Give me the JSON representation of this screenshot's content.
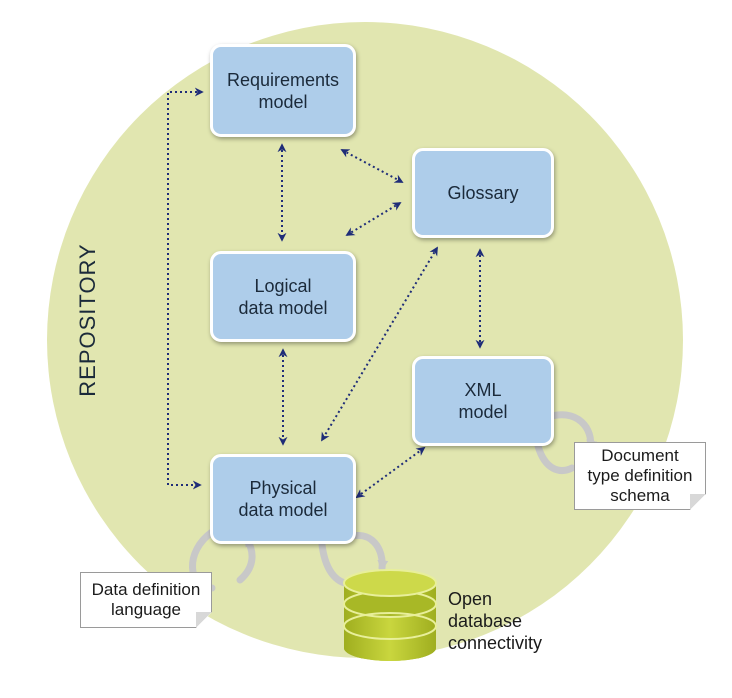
{
  "repository": {
    "label": "REPOSITORY"
  },
  "nodes": {
    "requirements": "Requirements\nmodel",
    "glossary": "Glossary",
    "logical": "Logical\ndata model",
    "xml": "XML\nmodel",
    "physical": "Physical\ndata model"
  },
  "outputs": {
    "dtd": "Document\ntype definition\nschema",
    "ddl": "Data definition\nlanguage",
    "odbc": "Open\ndatabase\nconnectivity"
  },
  "colors": {
    "circle": "#e1e6b0",
    "box": "#aecdea",
    "arrow": "#1f2d78",
    "database": "#b8c832",
    "loop": "#c8c8c8"
  },
  "icons": {
    "database": "database-icon"
  }
}
